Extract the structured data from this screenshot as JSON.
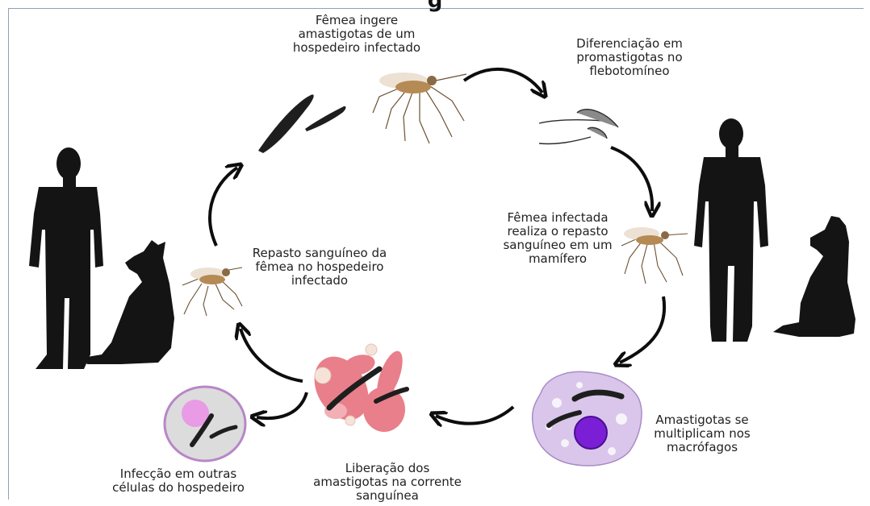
{
  "title_partial": "g",
  "labels": {
    "ingest": "Fêmea ingere\namastigotas de um\nhospedeiro infectado",
    "differentiation": "Diferenciação em\npromastigotas no\nflebotomíneo",
    "infected_meal": "Fêmea infectada\nrealiza o repasto\nsanguíneo em um\nmamífero",
    "multiply": "Amastigotas se\nmultiplicam nos\nmacrófagos",
    "release": "Liberação dos\namastigotas na corrente\nsanguínea",
    "other_cells": "Infecção em outras\ncélulas do hospedeiro",
    "meal_on_host": "Repasto sanguíneo da\nfêmea no hospedeiro\ninfectado"
  },
  "colors": {
    "silhouette": "#141414",
    "arrow": "#0d0d0d",
    "mosquito_body": "#b58a55",
    "macrophage": "#d9c6ea",
    "nucleus": "#7a1fd6",
    "red_cell": "#e97f8a",
    "host_cell": "#dcdcdc",
    "host_nucleus": "#e99be6"
  }
}
